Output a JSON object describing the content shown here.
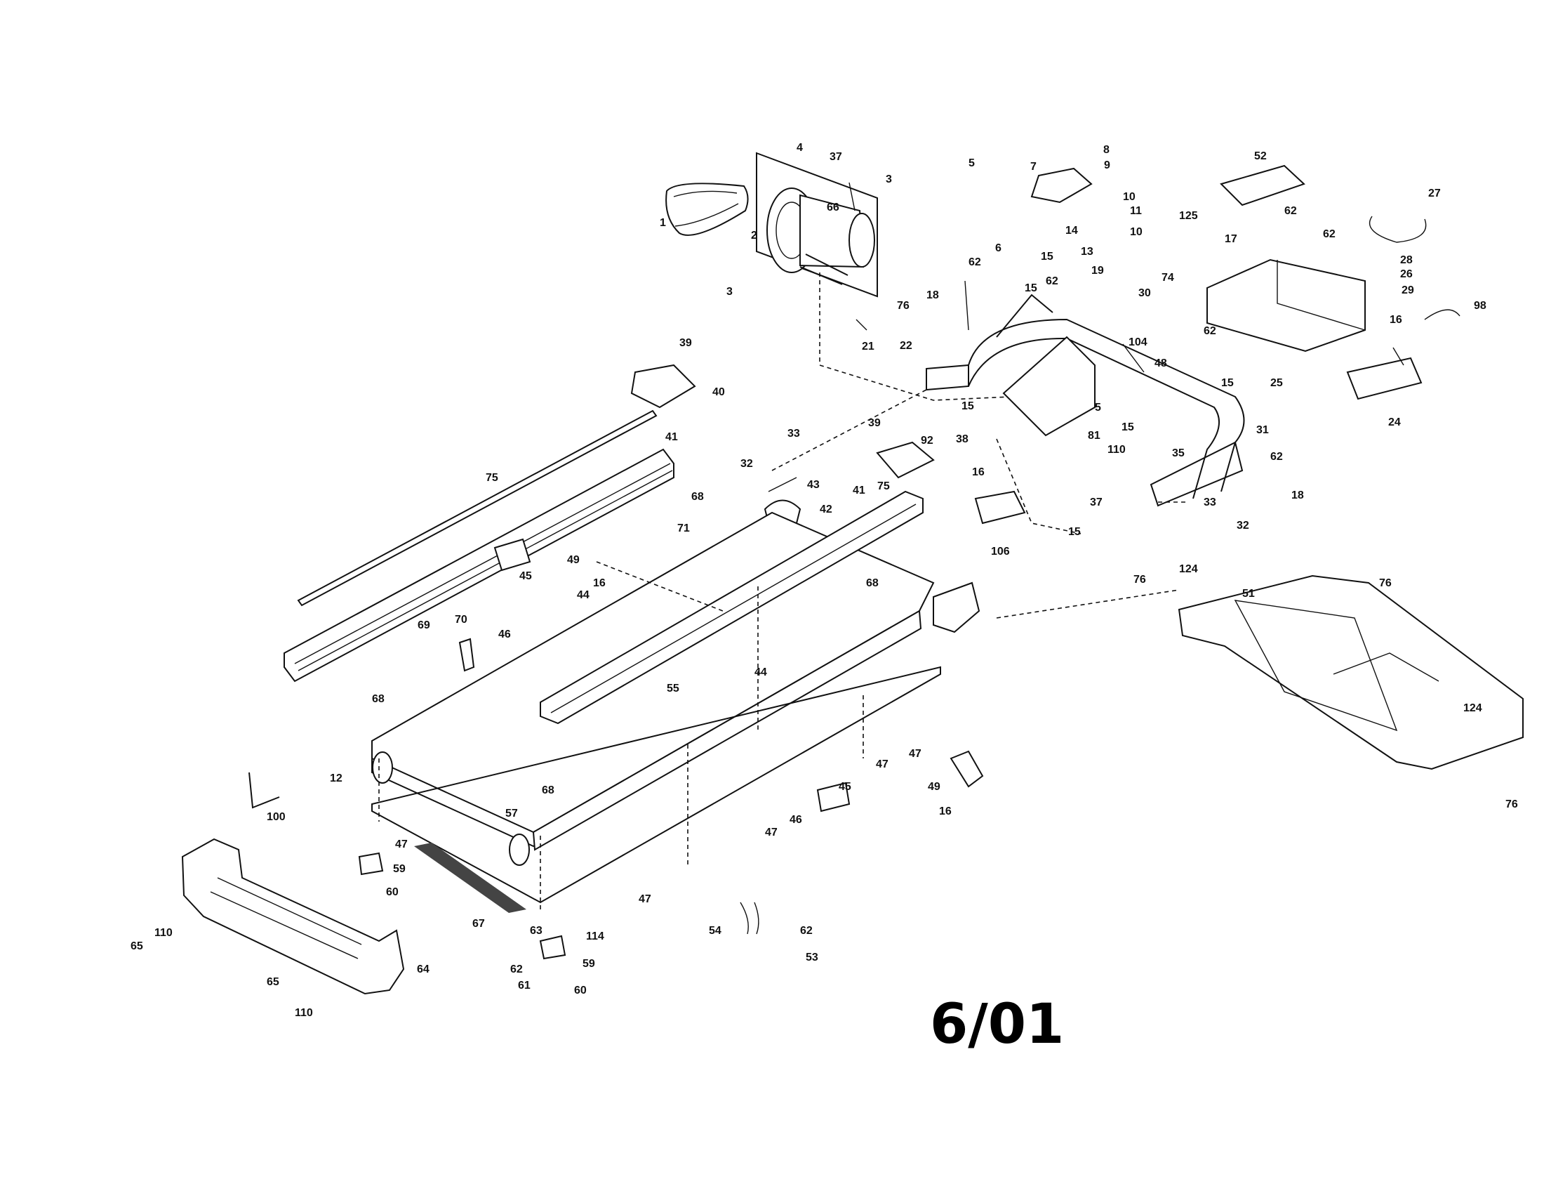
{
  "stamp": "6/01",
  "labels": [
    {
      "id": "l1",
      "text": "1"
    },
    {
      "id": "l2",
      "text": "2"
    },
    {
      "id": "l3a",
      "text": "3"
    },
    {
      "id": "l3b",
      "text": "3"
    },
    {
      "id": "l4",
      "text": "4"
    },
    {
      "id": "l37a",
      "text": "37"
    },
    {
      "id": "l66",
      "text": "66"
    },
    {
      "id": "l5a",
      "text": "5"
    },
    {
      "id": "l6",
      "text": "6"
    },
    {
      "id": "l7",
      "text": "7"
    },
    {
      "id": "l8",
      "text": "8"
    },
    {
      "id": "l9",
      "text": "9"
    },
    {
      "id": "l10a",
      "text": "10"
    },
    {
      "id": "l11",
      "text": "11"
    },
    {
      "id": "l10b",
      "text": "10"
    },
    {
      "id": "l13",
      "text": "13"
    },
    {
      "id": "l14",
      "text": "14"
    },
    {
      "id": "l15a",
      "text": "15"
    },
    {
      "id": "l52",
      "text": "52"
    },
    {
      "id": "l125",
      "text": "125"
    },
    {
      "id": "l17",
      "text": "17"
    },
    {
      "id": "l62a",
      "text": "62"
    },
    {
      "id": "l62b",
      "text": "62"
    },
    {
      "id": "l27",
      "text": "27"
    },
    {
      "id": "l28",
      "text": "28"
    },
    {
      "id": "l26",
      "text": "26"
    },
    {
      "id": "l29",
      "text": "29"
    },
    {
      "id": "l98",
      "text": "98"
    },
    {
      "id": "l62c",
      "text": "62"
    },
    {
      "id": "l18a",
      "text": "18"
    },
    {
      "id": "l15b",
      "text": "15"
    },
    {
      "id": "l62d",
      "text": "62"
    },
    {
      "id": "l19",
      "text": "19"
    },
    {
      "id": "l30",
      "text": "30"
    },
    {
      "id": "l74",
      "text": "74"
    },
    {
      "id": "l76a",
      "text": "76"
    },
    {
      "id": "l22",
      "text": "22"
    },
    {
      "id": "l21",
      "text": "21"
    },
    {
      "id": "l104",
      "text": "104"
    },
    {
      "id": "l62e",
      "text": "62"
    },
    {
      "id": "l48",
      "text": "48"
    },
    {
      "id": "l25",
      "text": "25"
    },
    {
      "id": "l16a",
      "text": "16"
    },
    {
      "id": "l24",
      "text": "24"
    },
    {
      "id": "l15c",
      "text": "15"
    },
    {
      "id": "l5b",
      "text": "5"
    },
    {
      "id": "l15d",
      "text": "15"
    },
    {
      "id": "l15e",
      "text": "15"
    },
    {
      "id": "l31",
      "text": "31"
    },
    {
      "id": "l39a",
      "text": "39"
    },
    {
      "id": "l40",
      "text": "40"
    },
    {
      "id": "l38",
      "text": "38"
    },
    {
      "id": "l81",
      "text": "81"
    },
    {
      "id": "l110a",
      "text": "110"
    },
    {
      "id": "l35",
      "text": "35"
    },
    {
      "id": "l62f",
      "text": "62"
    },
    {
      "id": "l18b",
      "text": "18"
    },
    {
      "id": "l33a",
      "text": "33"
    },
    {
      "id": "l39b",
      "text": "39"
    },
    {
      "id": "l92",
      "text": "92"
    },
    {
      "id": "l41a",
      "text": "41"
    },
    {
      "id": "l75a",
      "text": "75"
    },
    {
      "id": "l32a",
      "text": "32"
    },
    {
      "id": "l43",
      "text": "43"
    },
    {
      "id": "l42",
      "text": "42"
    },
    {
      "id": "l41b",
      "text": "41"
    },
    {
      "id": "l75b",
      "text": "75"
    },
    {
      "id": "l16b",
      "text": "16"
    },
    {
      "id": "l106",
      "text": "106"
    },
    {
      "id": "l37b",
      "text": "37"
    },
    {
      "id": "l15f",
      "text": "15"
    },
    {
      "id": "l33b",
      "text": "33"
    },
    {
      "id": "l32b",
      "text": "32"
    },
    {
      "id": "l68a",
      "text": "68"
    },
    {
      "id": "l71",
      "text": "71"
    },
    {
      "id": "l49a",
      "text": "49"
    },
    {
      "id": "l16c",
      "text": "16"
    },
    {
      "id": "l45a",
      "text": "45"
    },
    {
      "id": "l44a",
      "text": "44"
    },
    {
      "id": "l46a",
      "text": "46"
    },
    {
      "id": "l69",
      "text": "69"
    },
    {
      "id": "l70",
      "text": "70"
    },
    {
      "id": "l68b",
      "text": "68"
    },
    {
      "id": "l76b",
      "text": "76"
    },
    {
      "id": "l124a",
      "text": "124"
    },
    {
      "id": "l51",
      "text": "51"
    },
    {
      "id": "l76c",
      "text": "76"
    },
    {
      "id": "l44b",
      "text": "44"
    },
    {
      "id": "l55",
      "text": "55"
    },
    {
      "id": "l68c",
      "text": "68"
    },
    {
      "id": "l124b",
      "text": "124"
    },
    {
      "id": "l47a",
      "text": "47"
    },
    {
      "id": "l47b",
      "text": "47"
    },
    {
      "id": "l12",
      "text": "12"
    },
    {
      "id": "l100",
      "text": "100"
    },
    {
      "id": "l68d",
      "text": "68"
    },
    {
      "id": "l49b",
      "text": "49"
    },
    {
      "id": "l16d",
      "text": "16"
    },
    {
      "id": "l45b",
      "text": "45"
    },
    {
      "id": "l46b",
      "text": "46"
    },
    {
      "id": "l76d",
      "text": "76"
    },
    {
      "id": "l57",
      "text": "57"
    },
    {
      "id": "l47c",
      "text": "47"
    },
    {
      "id": "l47d",
      "text": "47"
    },
    {
      "id": "l59a",
      "text": "59"
    },
    {
      "id": "l60a",
      "text": "60"
    },
    {
      "id": "l47e",
      "text": "47"
    },
    {
      "id": "l67",
      "text": "67"
    },
    {
      "id": "l63",
      "text": "63"
    },
    {
      "id": "l114",
      "text": "114"
    },
    {
      "id": "l65a",
      "text": "65"
    },
    {
      "id": "l110b",
      "text": "110"
    },
    {
      "id": "l54",
      "text": "54"
    },
    {
      "id": "l62g",
      "text": "62"
    },
    {
      "id": "l53",
      "text": "53"
    },
    {
      "id": "l59b",
      "text": "59"
    },
    {
      "id": "l64",
      "text": "64"
    },
    {
      "id": "l62h",
      "text": "62"
    },
    {
      "id": "l61",
      "text": "61"
    },
    {
      "id": "l60b",
      "text": "60"
    },
    {
      "id": "l65b",
      "text": "65"
    },
    {
      "id": "l110c",
      "text": "110"
    }
  ]
}
